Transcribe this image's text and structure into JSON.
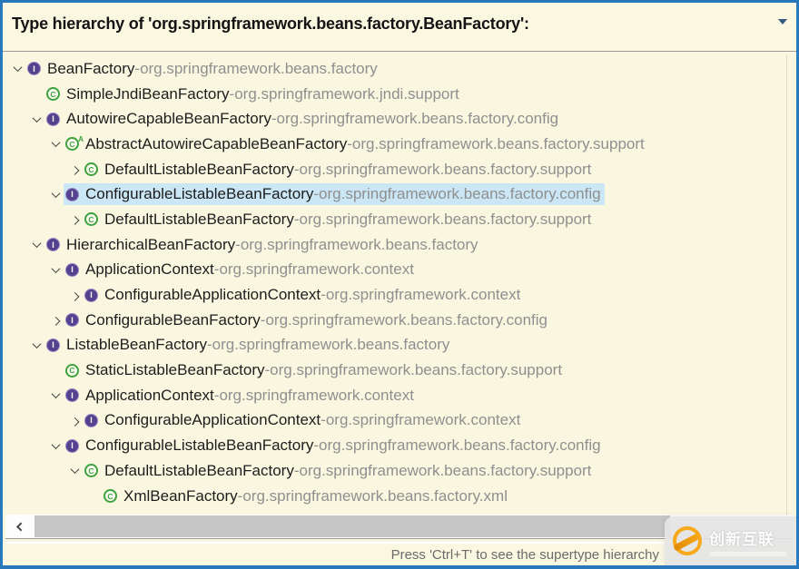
{
  "header": {
    "title": "Type hierarchy of 'org.springframework.beans.factory.BeanFactory':"
  },
  "icon_glyphs": {
    "interface": "I",
    "class": "C",
    "abstract_marker": "A"
  },
  "tree": {
    "separator": " - ",
    "items": [
      {
        "name": "BeanFactory",
        "package": "org.springframework.beans.factory",
        "indent": 0,
        "chevron": "down",
        "icon": "interface",
        "selected": false
      },
      {
        "name": "SimpleJndiBeanFactory",
        "package": "org.springframework.jndi.support",
        "indent": 1,
        "chevron": "none",
        "icon": "class",
        "selected": false
      },
      {
        "name": "AutowireCapableBeanFactory",
        "package": "org.springframework.beans.factory.config",
        "indent": 1,
        "chevron": "down",
        "icon": "interface",
        "selected": false
      },
      {
        "name": "AbstractAutowireCapableBeanFactory",
        "package": "org.springframework.beans.factory.support",
        "indent": 2,
        "chevron": "down",
        "icon": "abstract-class",
        "selected": false
      },
      {
        "name": "DefaultListableBeanFactory",
        "package": "org.springframework.beans.factory.support",
        "indent": 3,
        "chevron": "right",
        "icon": "class",
        "selected": false
      },
      {
        "name": "ConfigurableListableBeanFactory",
        "package": "org.springframework.beans.factory.config",
        "indent": 2,
        "chevron": "down",
        "icon": "interface",
        "selected": true
      },
      {
        "name": "DefaultListableBeanFactory",
        "package": "org.springframework.beans.factory.support",
        "indent": 3,
        "chevron": "right",
        "icon": "class",
        "selected": false
      },
      {
        "name": "HierarchicalBeanFactory",
        "package": "org.springframework.beans.factory",
        "indent": 1,
        "chevron": "down",
        "icon": "interface",
        "selected": false
      },
      {
        "name": "ApplicationContext",
        "package": "org.springframework.context",
        "indent": 2,
        "chevron": "down",
        "icon": "interface",
        "selected": false
      },
      {
        "name": "ConfigurableApplicationContext",
        "package": "org.springframework.context",
        "indent": 3,
        "chevron": "right",
        "icon": "interface",
        "selected": false
      },
      {
        "name": "ConfigurableBeanFactory",
        "package": "org.springframework.beans.factory.config",
        "indent": 2,
        "chevron": "right",
        "icon": "interface",
        "selected": false
      },
      {
        "name": "ListableBeanFactory",
        "package": "org.springframework.beans.factory",
        "indent": 1,
        "chevron": "down",
        "icon": "interface",
        "selected": false
      },
      {
        "name": "StaticListableBeanFactory",
        "package": "org.springframework.beans.factory.support",
        "indent": 2,
        "chevron": "none",
        "icon": "class",
        "selected": false
      },
      {
        "name": "ApplicationContext",
        "package": "org.springframework.context",
        "indent": 2,
        "chevron": "down",
        "icon": "interface",
        "selected": false
      },
      {
        "name": "ConfigurableApplicationContext",
        "package": "org.springframework.context",
        "indent": 3,
        "chevron": "right",
        "icon": "interface",
        "selected": false
      },
      {
        "name": "ConfigurableListableBeanFactory",
        "package": "org.springframework.beans.factory.config",
        "indent": 2,
        "chevron": "down",
        "icon": "interface",
        "selected": false
      },
      {
        "name": "DefaultListableBeanFactory",
        "package": "org.springframework.beans.factory.support",
        "indent": 3,
        "chevron": "down",
        "icon": "class",
        "selected": false
      },
      {
        "name": "XmlBeanFactory",
        "package": "org.springframework.beans.factory.xml",
        "indent": 4,
        "chevron": "none",
        "icon": "class",
        "selected": false
      }
    ]
  },
  "statusbar": {
    "hint": "Press 'Ctrl+T' to see the supertype hierarchy"
  },
  "watermark": {
    "text": "创新互联"
  },
  "colors": {
    "window_border": "#2878BE",
    "background": "#FAF7E0",
    "selection": "#CBE6F4",
    "type_name": "#1D1D1D",
    "package_text": "#8F8F8F",
    "interface_icon": "#54428F",
    "class_icon": "#3FA23F",
    "watermark_orange": "#F7A81B"
  }
}
